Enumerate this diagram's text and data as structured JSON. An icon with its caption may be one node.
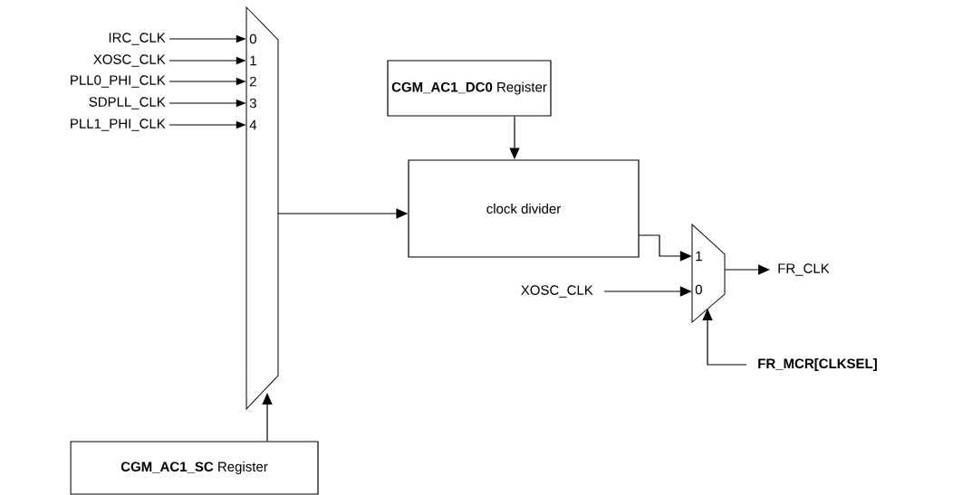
{
  "diagram": {
    "nodes": [
      {
        "text": [
          "IRC_CLK"
        ]
      },
      {
        "text": [
          "XOSC_CLK"
        ]
      },
      {
        "text": [
          "PLL0_PHI_CLK"
        ]
      },
      {
        "text": [
          "SDPLL_CLK"
        ]
      },
      {
        "text": [
          "PLL1_PHI_CLK"
        ]
      },
      {
        "text": [
          "0",
          "1",
          "2",
          "3",
          "4"
        ]
      },
      {
        "text": [
          "**CGM_AC1_DC0** Register"
        ]
      },
      {
        "text": [
          "clock divider"
        ]
      },
      {
        "text": [
          "XOSC_CLK"
        ]
      },
      {
        "text": [
          "1",
          "0"
        ]
      },
      {
        "text": [
          "FR_CLK"
        ]
      },
      {
        "text": [
          "FR_MCR[CLKSEL]"
        ]
      },
      {
        "text": [
          "**CGM_AC1_SC** Register"
        ]
      }
    ],
    "edges": [
      {
        "from": 0,
        "to": 5,
        "arrow": "to"
      },
      {
        "from": 1,
        "to": 5,
        "arrow": "to"
      },
      {
        "from": 2,
        "to": 5,
        "arrow": "to"
      },
      {
        "from": 3,
        "to": 5,
        "arrow": "to"
      },
      {
        "from": 4,
        "to": 5,
        "arrow": "to"
      },
      {
        "from": 5,
        "to": 7,
        "arrow": "to"
      },
      {
        "from": 6,
        "to": 7,
        "arrow": "to"
      },
      {
        "from": 7,
        "to": 9,
        "arrow": "to"
      },
      {
        "from": 8,
        "to": 9,
        "arrow": "to"
      },
      {
        "from": 9,
        "to": 10,
        "arrow": "to"
      },
      {
        "from": 11,
        "to": 9,
        "arrow": "to"
      },
      {
        "from": 12,
        "to": 5,
        "arrow": "to"
      }
    ]
  }
}
